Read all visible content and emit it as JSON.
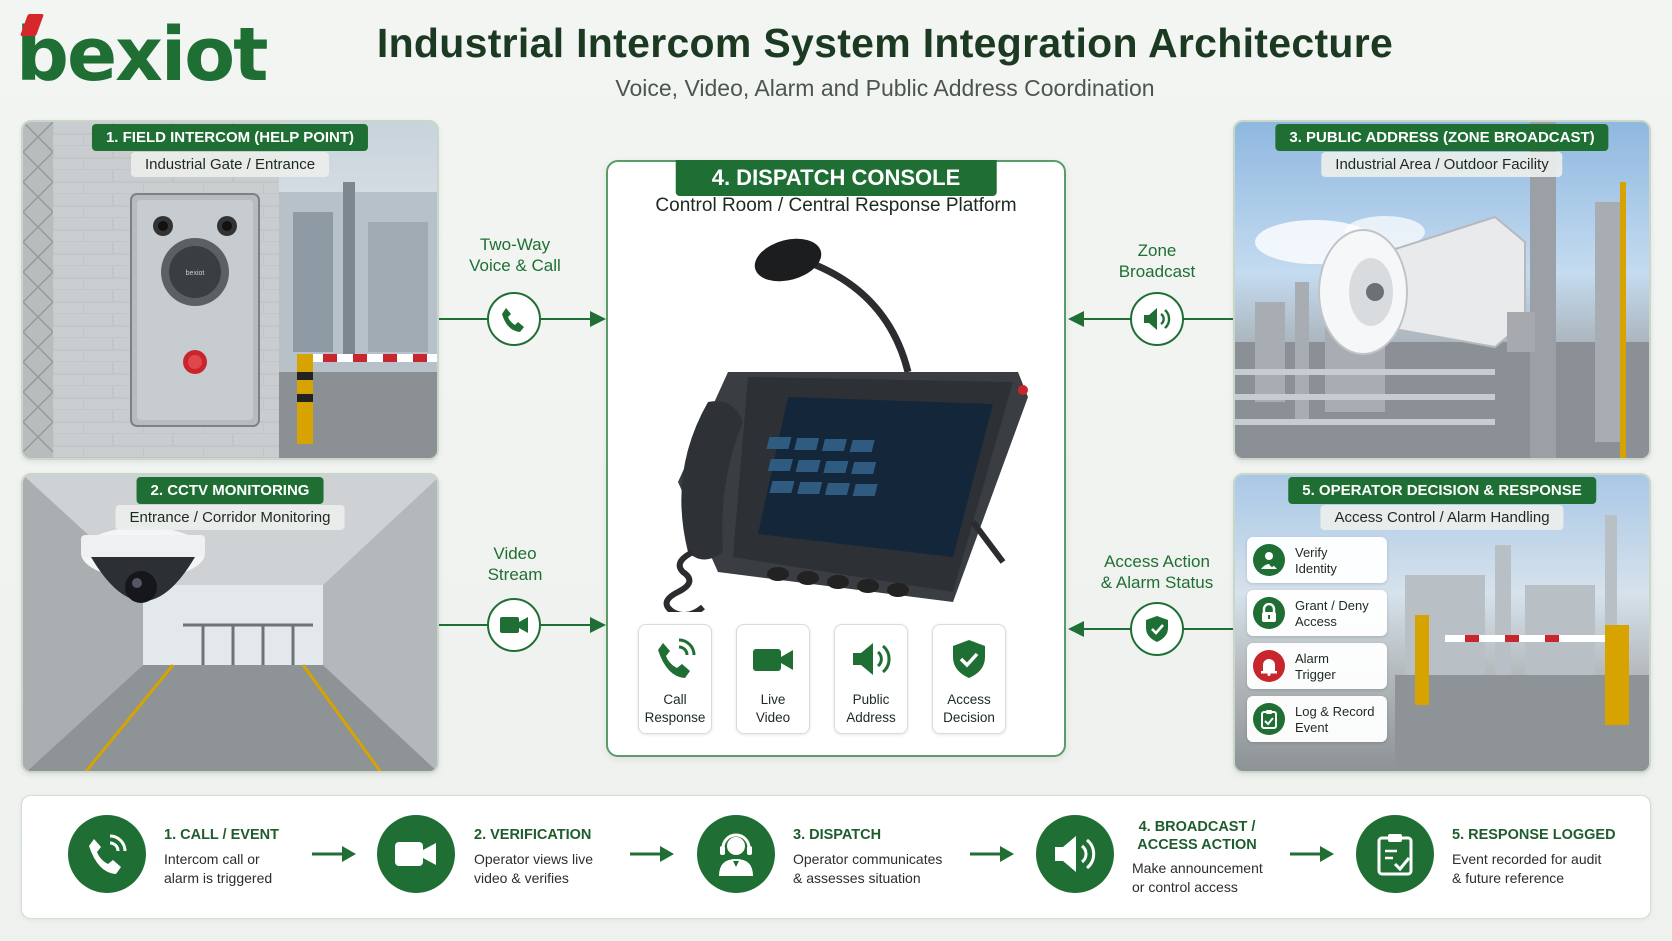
{
  "brand": {
    "name": "bexiot"
  },
  "header": {
    "title": "Industrial Intercom System Integration Architecture",
    "subtitle": "Voice, Video, Alarm and Public Address Coordination"
  },
  "panels": {
    "field_intercom": {
      "title": "1. FIELD INTERCOM (HELP POINT)",
      "subtitle": "Industrial Gate / Entrance",
      "device_label": "bexiot"
    },
    "cctv": {
      "title": "2. CCTV MONITORING",
      "subtitle": "Entrance / Corridor Monitoring"
    },
    "public_address": {
      "title": "3. PUBLIC ADDRESS (ZONE BROADCAST)",
      "subtitle": "Industrial Area / Outdoor Facility"
    },
    "dispatch": {
      "title": "4. DISPATCH CONSOLE",
      "subtitle": "Control Room / Central Response Platform"
    },
    "operator": {
      "title": "5. OPERATOR DECISION & RESPONSE",
      "subtitle": "Access Control / Alarm Handling",
      "actions": [
        {
          "line1": "Verify",
          "line2": "Identity",
          "icon": "user-check-icon"
        },
        {
          "line1": "Grant / Deny",
          "line2": "Access",
          "icon": "lock-icon"
        },
        {
          "line1": "Alarm",
          "line2": "Trigger",
          "icon": "alarm-bell-icon"
        },
        {
          "line1": "Log & Record",
          "line2": "Event",
          "icon": "clipboard-icon"
        }
      ]
    }
  },
  "connectors": {
    "voice": {
      "line1": "Two-Way",
      "line2": "Voice & Call",
      "icon": "phone-icon"
    },
    "video": {
      "line1": "Video",
      "line2": "Stream",
      "icon": "camera-icon"
    },
    "broadcast": {
      "line1": "Zone",
      "line2": "Broadcast",
      "icon": "speaker-icon"
    },
    "access": {
      "line1": "Access Action",
      "line2": "& Alarm Status",
      "icon": "shield-check-icon"
    }
  },
  "console_features": [
    {
      "line1": "Call",
      "line2": "Response",
      "icon": "phone-ringing-icon"
    },
    {
      "line1": "Live",
      "line2": "Video",
      "icon": "video-camera-icon"
    },
    {
      "line1": "Public",
      "line2": "Address",
      "icon": "speaker-icon"
    },
    {
      "line1": "Access",
      "line2": "Decision",
      "icon": "shield-check-icon"
    }
  ],
  "process_steps": [
    {
      "title": "1. CALL / EVENT",
      "desc1": "Intercom call or",
      "desc2": "alarm is triggered",
      "icon": "phone-ringing-icon"
    },
    {
      "title": "2. VERIFICATION",
      "desc1": "Operator views live",
      "desc2": "video & verifies",
      "icon": "video-camera-icon"
    },
    {
      "title": "3. DISPATCH",
      "desc1": "Operator communicates",
      "desc2": "& assesses situation",
      "icon": "headset-operator-icon"
    },
    {
      "title": "4. BROADCAST /",
      "title2": "ACCESS ACTION",
      "desc1": "Make announcement",
      "desc2": "or control access",
      "icon": "speaker-icon"
    },
    {
      "title": "5. RESPONSE LOGGED",
      "desc1": "Event recorded for audit",
      "desc2": "& future reference",
      "icon": "clipboard-check-icon"
    }
  ],
  "colors": {
    "brand_green": "#1f6f34",
    "alarm_red": "#c8262d"
  }
}
